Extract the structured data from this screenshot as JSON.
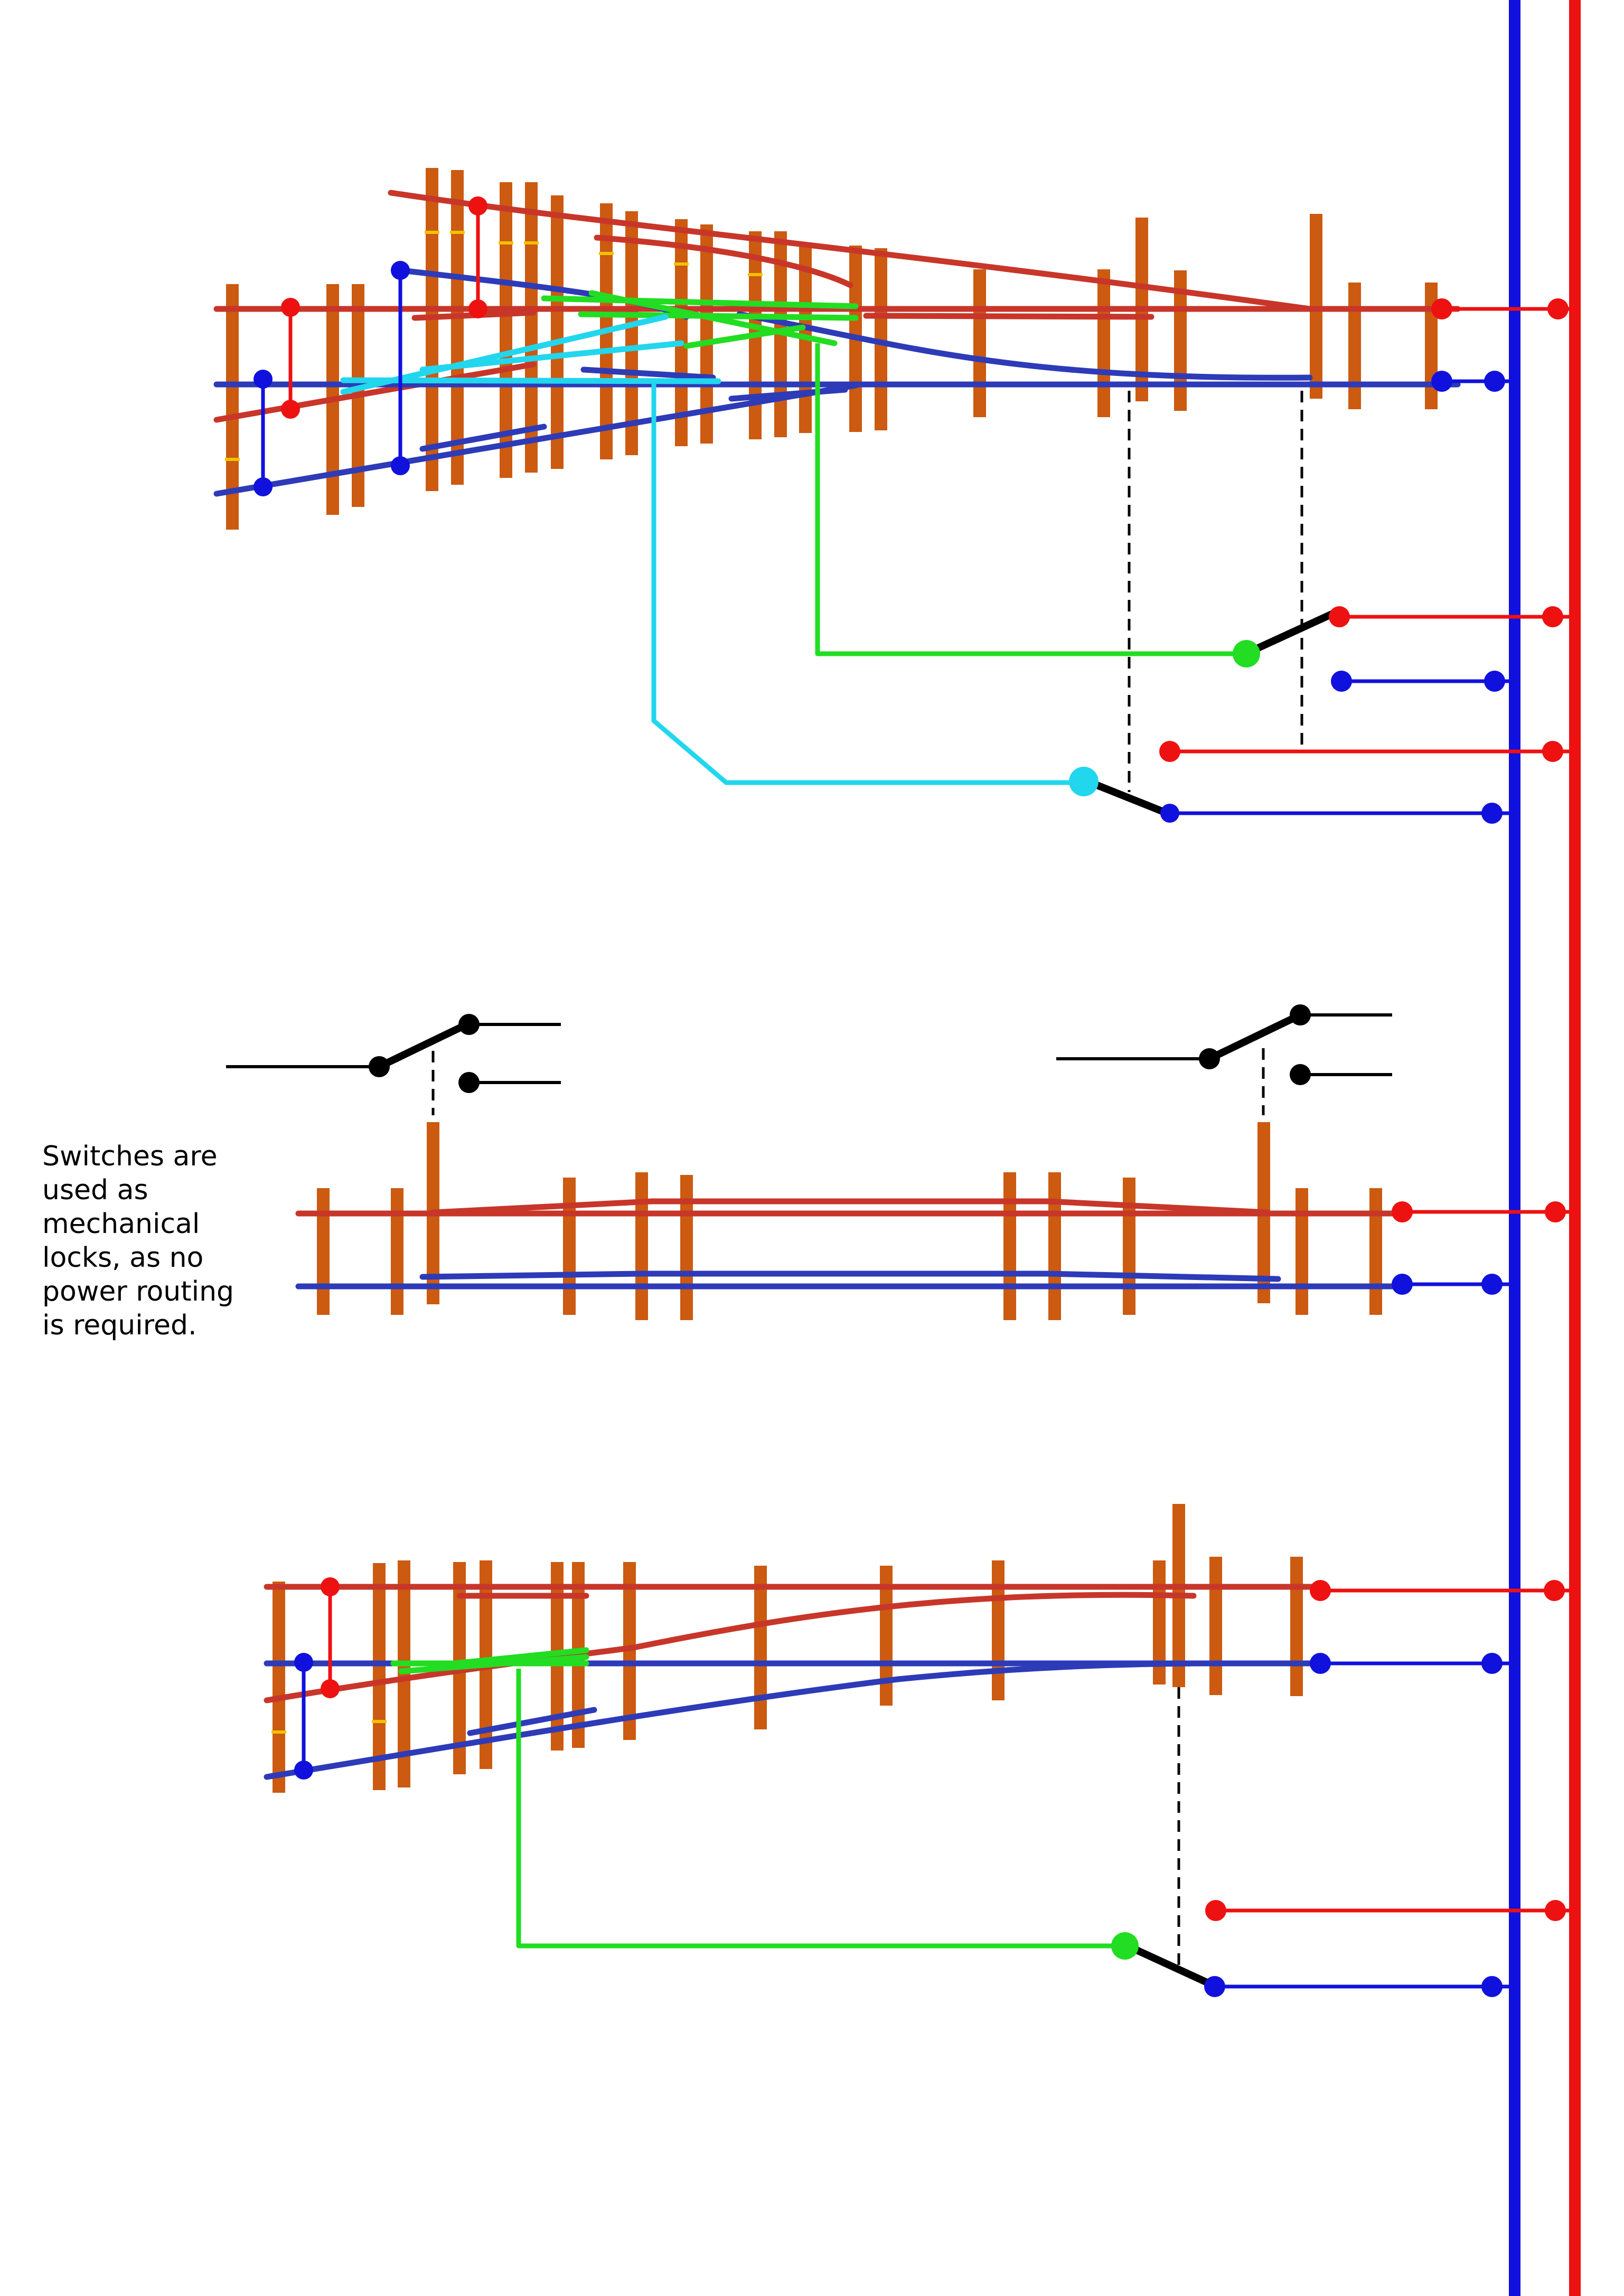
{
  "note": "Switches are used as mechanical locks, as no power routing is required.",
  "colors": {
    "positive_bus": "#ee1111",
    "negative_bus": "#1111dd",
    "rail_red": "#c8362a",
    "rail_blue": "#2d3bb8",
    "frog_green": "#22dd22",
    "frog_cyan": "#22d6ee",
    "sleeper": "#cc5a10",
    "switch_lever": "#000000"
  },
  "sections": [
    {
      "id": "double-slip-turnout",
      "feeds": [
        "frog_green",
        "frog_cyan"
      ]
    },
    {
      "id": "plain-track-with-locks",
      "feeds": []
    },
    {
      "id": "single-turnout",
      "feeds": [
        "frog_green"
      ]
    }
  ]
}
